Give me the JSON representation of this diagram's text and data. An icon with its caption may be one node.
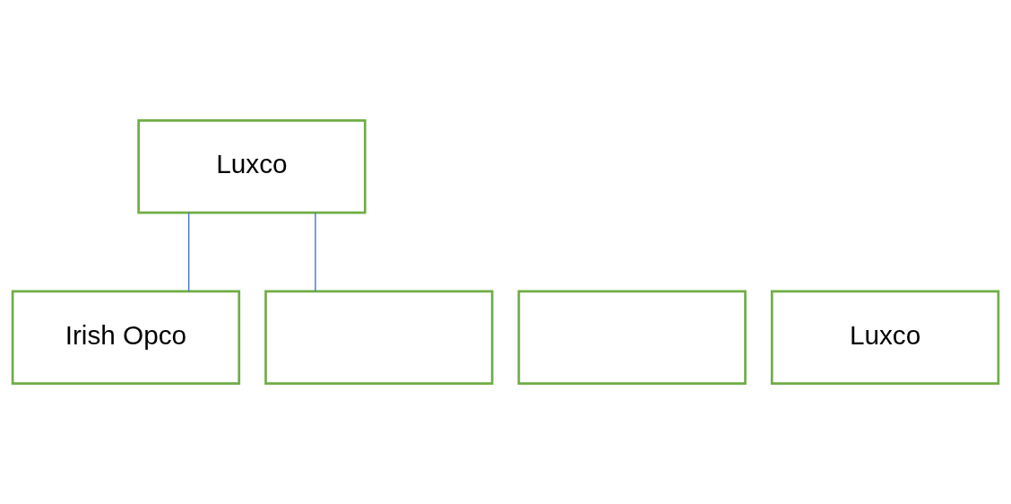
{
  "diagram": {
    "nodes": [
      {
        "text": [
          "Luxco"
        ]
      },
      {
        "text": [
          "Irish Opco"
        ]
      },
      {
        "text": [],
        "shape": "box"
      },
      {
        "text": [],
        "shape": "box"
      },
      {
        "text": [
          "Luxco"
        ]
      }
    ],
    "edges": [
      {
        "from": 0,
        "to": 1,
        "arrow": "none"
      },
      {
        "from": 0,
        "to": 2,
        "arrow": "none"
      }
    ]
  }
}
